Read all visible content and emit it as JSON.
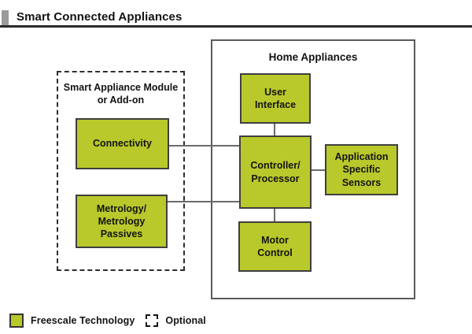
{
  "title": "Smart Connected Appliances",
  "colors": {
    "freescale_green": "#b9c82a",
    "block_border": "#3f3f3f",
    "home_outline": "#5a5a5a",
    "connector": "#6b6b6b",
    "header_tab": "#9b9b9b",
    "title_rule": "#2a2a2a"
  },
  "groups": {
    "optional_module": {
      "label": "Smart Appliance Module\nor Add-on"
    },
    "home_appliances": {
      "label": "Home Appliances"
    }
  },
  "blocks": {
    "connectivity": "Connectivity",
    "metrology": "Metrology/\nMetrology\nPassives",
    "user_interface": "User\nInterface",
    "controller": "Controller/\nProcessor",
    "motor_control": "Motor\nControl",
    "application_sensors": "Application\nSpecific\nSensors"
  },
  "legend": {
    "freescale": "Freescale Technology",
    "optional": "Optional"
  }
}
